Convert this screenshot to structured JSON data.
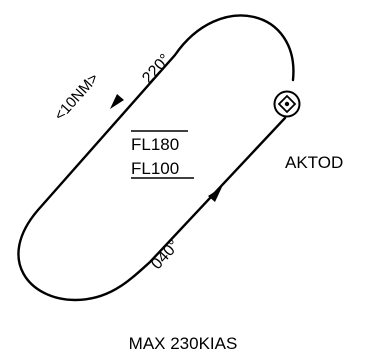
{
  "fix": {
    "name": "AKTOD",
    "symbol": "waypoint-icon"
  },
  "legs": {
    "inbound_course": "220°",
    "outbound_course": "040°",
    "leg_length": "<10NM>"
  },
  "altitudes": {
    "upper": "FL180",
    "lower": "FL100"
  },
  "speed_restriction": "MAX 230KIAS",
  "colors": {
    "ink": "#000000",
    "background": "#ffffff"
  }
}
